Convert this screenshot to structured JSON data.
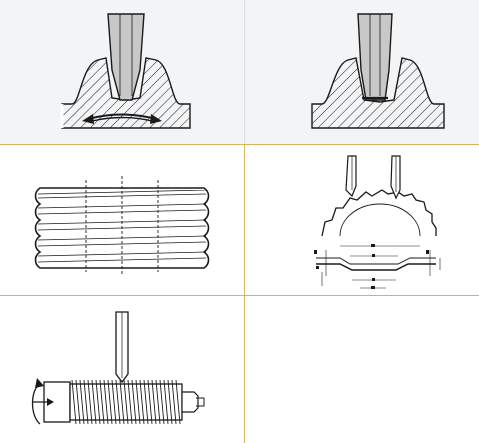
{
  "palette": {
    "divider_gold": "#d8b35e",
    "divider_grey": "#dcdcdc",
    "cell_tint": "#f3f4f6",
    "ink": "#1a1a1a",
    "tool_grey": "#c8c8c8"
  },
  "panels": [
    {
      "id": "tool-in-groove-arrow",
      "icon": "cutting-tool-in-gear-groove-with-double-arrow"
    },
    {
      "id": "tool-in-groove-formed",
      "icon": "cutting-tool-in-gear-groove"
    },
    {
      "id": "threaded-cylinder",
      "icon": "threaded-cylinder-side-view"
    },
    {
      "id": "gear-tooth-profile",
      "icon": "gear-with-tool-and-dimensioned-profile"
    },
    {
      "id": "threaded-rod-rotation",
      "icon": "threaded-rod-with-tool-and-rotation-arrow"
    },
    {
      "id": "empty-panel",
      "icon": ""
    }
  ]
}
